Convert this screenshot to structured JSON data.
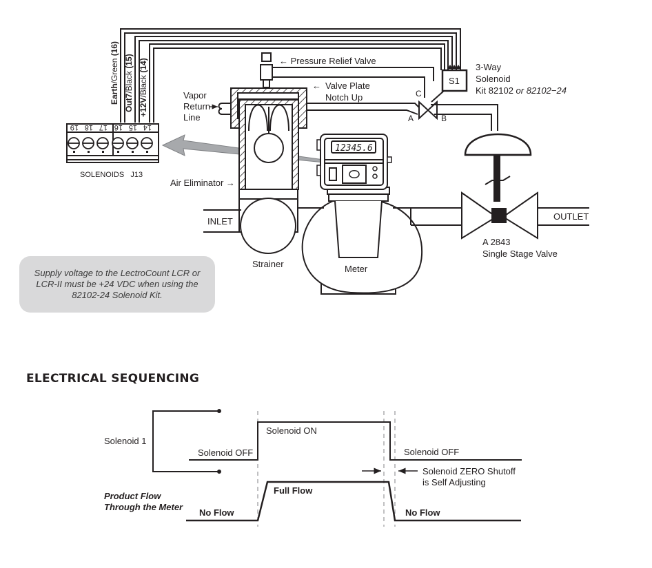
{
  "diagram": {
    "wiring": {
      "wires": [
        {
          "label": "Earth/Green (16)",
          "bold_part": "Earth"
        },
        {
          "label": "Out7/Black (15)",
          "bold_part": "Out7"
        },
        {
          "label": "+12V/Black (14)",
          "bold_part": "+12V"
        }
      ],
      "terminal_numbers": [
        "19",
        "18",
        "17",
        "16",
        "15",
        "14"
      ],
      "terminal_block_label": "SOLENOIDS   J13"
    },
    "labels": {
      "pressure_relief_valve": "← Pressure Relief Valve",
      "valve_plate_line1": "Valve Plate",
      "valve_plate_line2": "Notch Up",
      "vapor_line1": "Vapor",
      "vapor_line2": "Return",
      "vapor_line3": "Line",
      "air_eliminator": "Air Eliminator →",
      "inlet": "INLET",
      "strainer": "Strainer",
      "meter": "Meter",
      "outlet": "OUTLET",
      "port_a": "A",
      "port_b": "B",
      "port_c": "C",
      "solenoid_box": "S1",
      "solenoid_kit_line1": "3-Way",
      "solenoid_kit_line2": "Solenoid",
      "solenoid_kit_line3_main": "Kit 82102 ",
      "solenoid_kit_line3_alt": "or 82102−24",
      "valve_model": "A 2843",
      "valve_name": "Single Stage Valve",
      "meter_display": "12345.6"
    },
    "note": "Supply voltage to the LectroCount LCR or LCR-II must be +24 VDC when using the 82102-24 Solenoid Kit."
  },
  "sequencing": {
    "title": "ELECTRICAL SEQUENCING",
    "solenoid_row_label": "Solenoid 1",
    "solenoid_off_before": "Solenoid OFF",
    "solenoid_on": "Solenoid ON",
    "solenoid_off_after": "Solenoid OFF",
    "shutoff_note_line1": "Solenoid ZERO Shutoff",
    "shutoff_note_line2": "is Self Adjusting",
    "flow_row_label_line1": "Product Flow",
    "flow_row_label_line2": "Through the Meter",
    "no_flow_before": "No Flow",
    "full_flow": "Full Flow",
    "no_flow_after": "No Flow"
  }
}
